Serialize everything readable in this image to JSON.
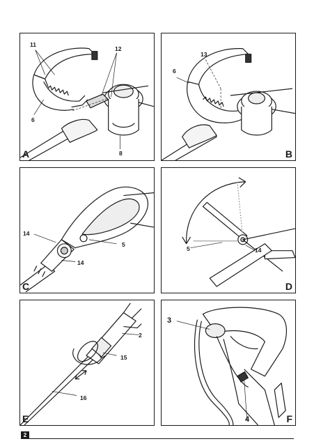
{
  "page_number": "2",
  "panels": {
    "A": {
      "letter": "A",
      "callouts": {
        "c11": "11",
        "c12": "12",
        "c6": "6",
        "c8": "8"
      }
    },
    "B": {
      "letter": "B",
      "callouts": {
        "c13": "13",
        "c6": "6"
      }
    },
    "C": {
      "letter": "C",
      "callouts": {
        "c14a": "14",
        "c5": "5",
        "c14b": "14"
      }
    },
    "D": {
      "letter": "D",
      "callouts": {
        "c5": "5",
        "c14": "14"
      }
    },
    "E": {
      "letter": "E",
      "callouts": {
        "c2": "2",
        "c15": "15",
        "c16": "16"
      }
    },
    "F": {
      "letter": "F",
      "callouts": {
        "c3": "3",
        "c4": "4"
      }
    }
  }
}
